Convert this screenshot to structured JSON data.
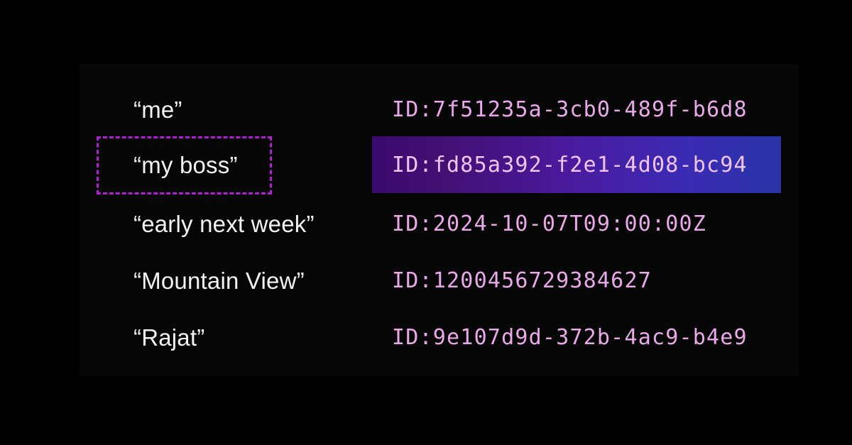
{
  "colors": {
    "background": "#000000",
    "panel": "#070707",
    "label_text": "#f2f2f2",
    "id_text": "#e9a8e8",
    "id_text_highlighted": "#f0c4ef",
    "focus_outline": "#b01fd6",
    "highlight_gradient_start": "#3b0a6e",
    "highlight_gradient_mid": "#4a1a9e",
    "highlight_gradient_end": "#2a35a8"
  },
  "rows": [
    {
      "label": "“me”",
      "id": "ID:7f51235a-3cb0-489f-b6d8",
      "highlighted": false
    },
    {
      "label": "“my boss”",
      "id": "ID:fd85a392-f2e1-4d08-bc94",
      "highlighted": true
    },
    {
      "label": "“early next week”",
      "id": "ID:2024-10-07T09:00:00Z",
      "highlighted": false
    },
    {
      "label": "“Mountain View”",
      "id": "ID:1200456729384627",
      "highlighted": false
    },
    {
      "label": "“Rajat”",
      "id": "ID:9e107d9d-372b-4ac9-b4e9",
      "highlighted": false
    }
  ]
}
